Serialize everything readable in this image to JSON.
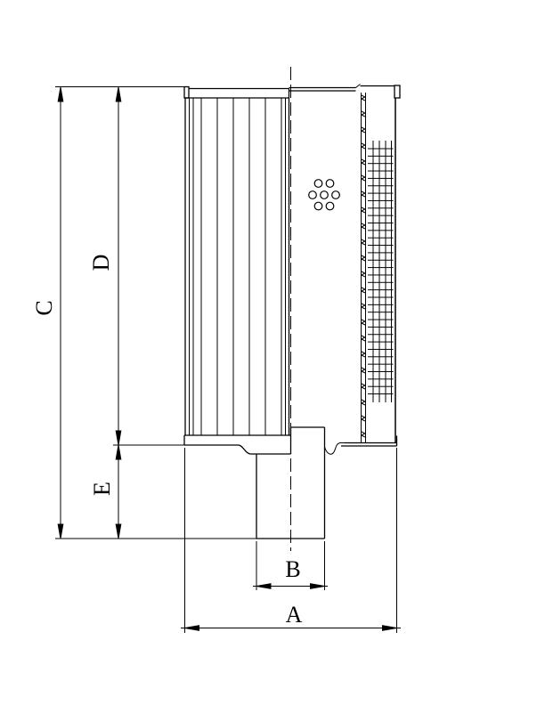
{
  "page": {
    "background_color": "#ffffff",
    "line_color": "#000000"
  },
  "drawing": {
    "kind": "filter-element-half-section",
    "dimension_labels": {
      "A": "A",
      "B": "B",
      "C": "C",
      "D": "D",
      "E": "E"
    }
  }
}
